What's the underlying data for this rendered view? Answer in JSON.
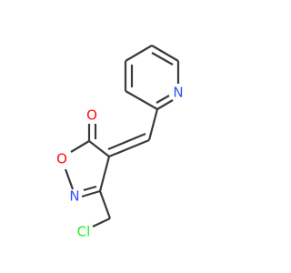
{
  "molecule": {
    "atoms": {
      "O_carbonyl": {
        "symbol": "O",
        "color": "#ff0d0d"
      },
      "O_ring": {
        "symbol": "O",
        "color": "#ff0d0d"
      },
      "N_ring": {
        "symbol": "N",
        "color": "#3050f8"
      },
      "N_pyridine": {
        "symbol": "N",
        "color": "#3050f8"
      },
      "Cl": {
        "symbol": "Cl",
        "color": "#1ff01f"
      }
    }
  }
}
